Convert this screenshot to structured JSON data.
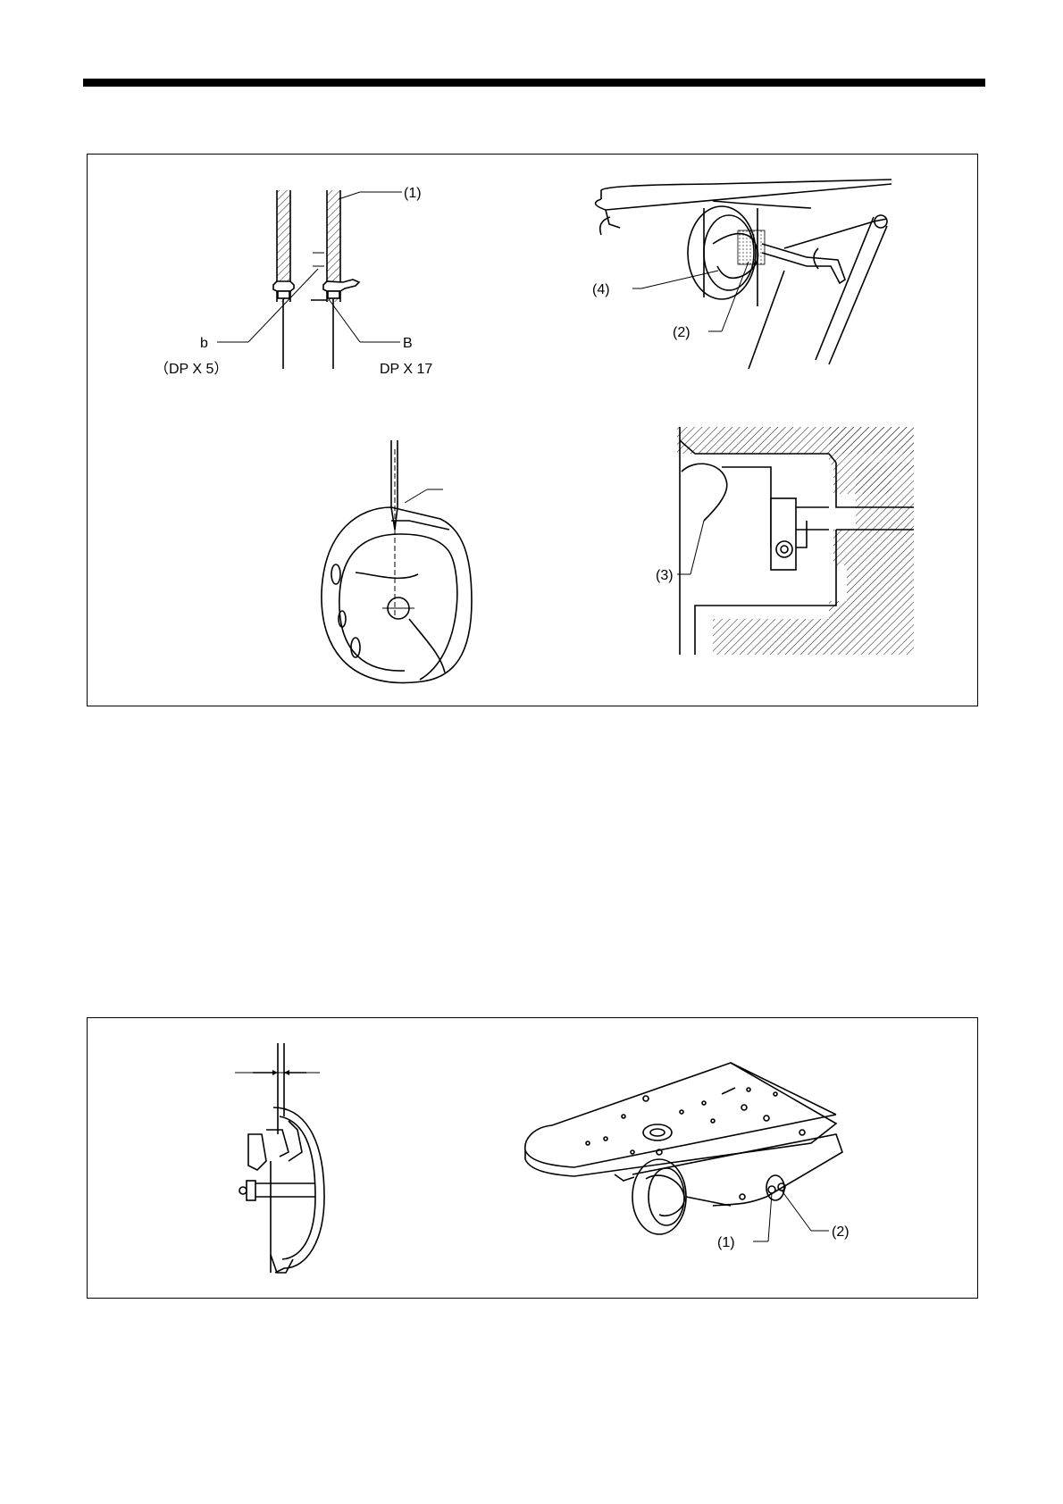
{
  "figure1": {
    "needle_labels": {
      "part1": "(1)",
      "mark_b": "b",
      "mark_B": "B",
      "needle_type_left": "（DP X 5）",
      "needle_type_right": "DP X 17"
    },
    "hook_labels": {
      "part4": "(4)",
      "part2": "(2)"
    },
    "bobbin_labels": {
      "part3": "(3)"
    }
  },
  "figure2": {
    "bed_labels": {
      "part1": "(1)",
      "part2": "(2)"
    }
  }
}
